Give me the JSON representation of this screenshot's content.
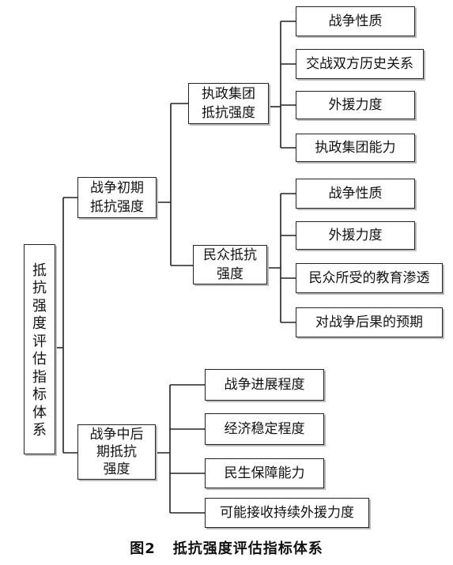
{
  "root": {
    "chars": [
      "抵",
      "抗",
      "强",
      "度",
      "评",
      "估",
      "指",
      "标",
      "体",
      "系"
    ]
  },
  "level1": [
    {
      "lines": [
        "战争初期",
        "抵抗强度"
      ]
    },
    {
      "lines": [
        "战争中后",
        "期抵抗",
        "强度"
      ]
    }
  ],
  "level2": [
    {
      "lines": [
        "执政集团",
        "抵抗强度"
      ]
    },
    {
      "lines": [
        "民众抵抗",
        "强度"
      ]
    }
  ],
  "leaves_group_a": [
    "战争性质",
    "交战双方历史关系",
    "外援力度",
    "执政集团能力"
  ],
  "leaves_group_b": [
    "战争性质",
    "外援力度",
    "民众所受的教育渗透",
    "对战争后果的预期"
  ],
  "leaves_group_c": [
    "战争进展程度",
    "经济稳定程度",
    "民生保障能力",
    "可能接收持续外援力度"
  ],
  "caption": {
    "number": "图2",
    "title": "抵抗强度评估指标体系"
  }
}
